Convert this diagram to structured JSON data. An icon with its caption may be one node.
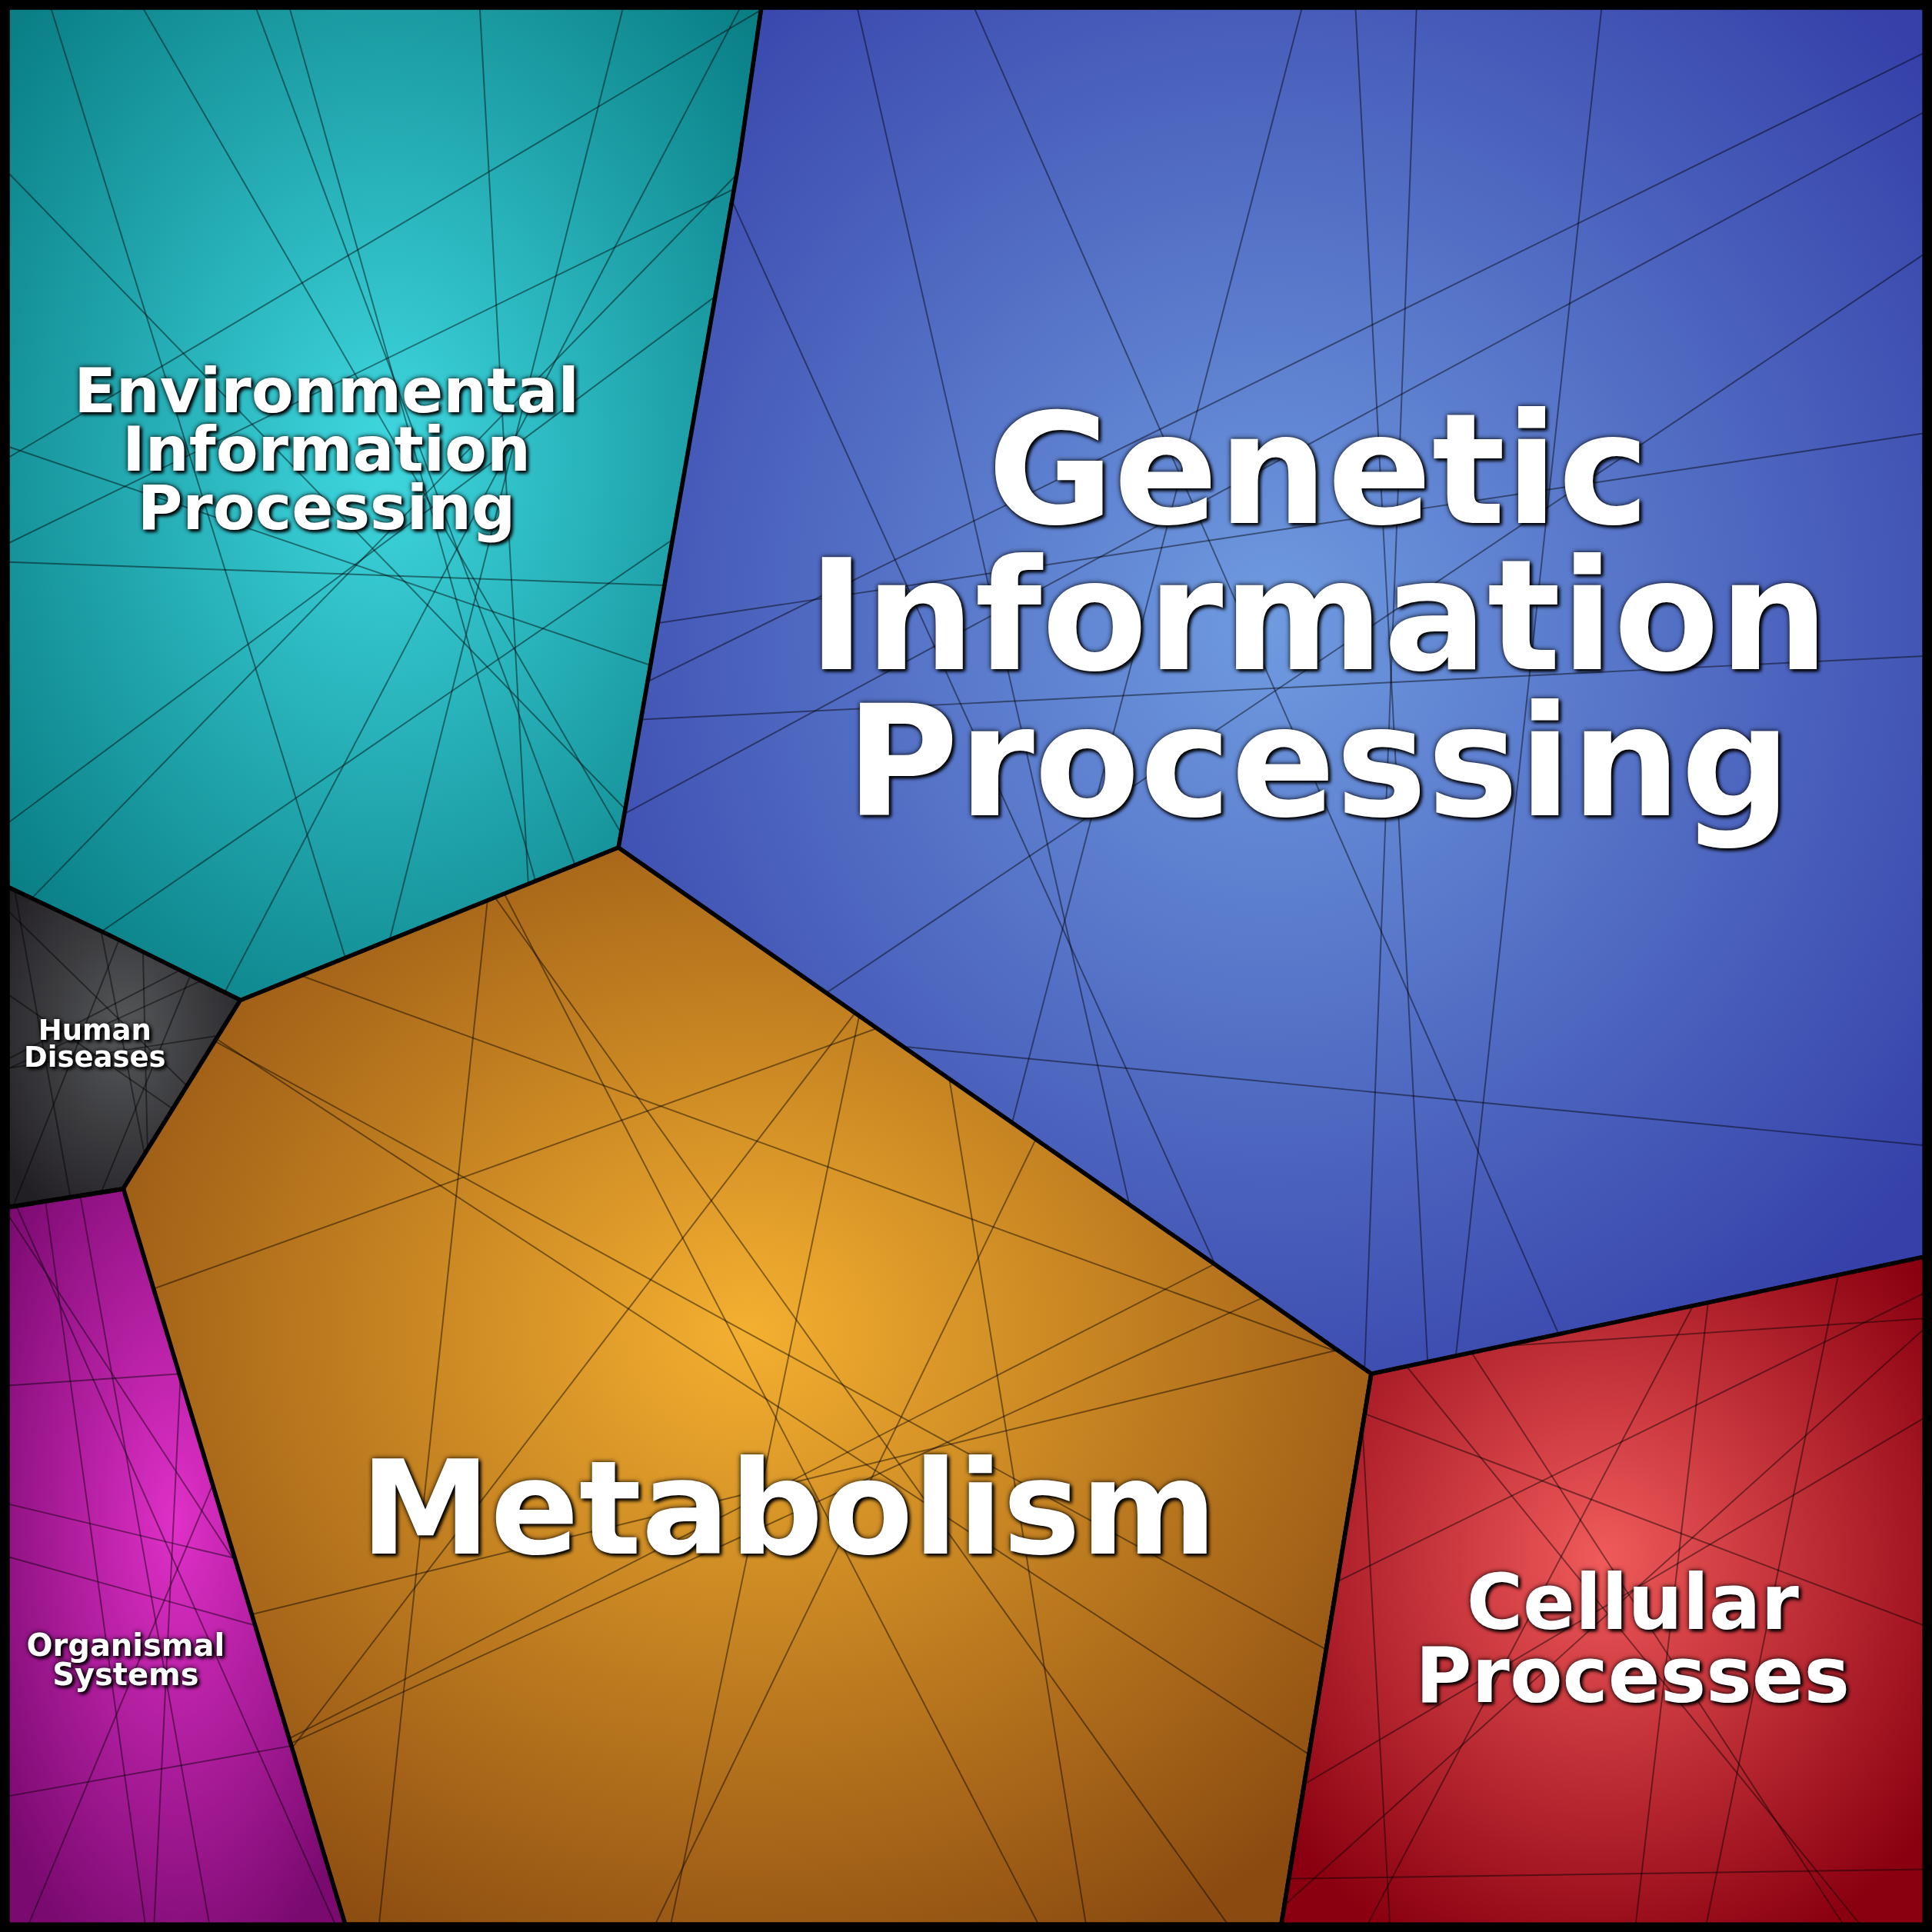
{
  "diagram": {
    "nodes": [
      {
        "text": [
          "Environmental Information Processing"
        ]
      },
      {
        "text": [
          "Genetic Information Processing"
        ]
      },
      {
        "text": [
          "Human Diseases"
        ]
      },
      {
        "text": [
          "Metabolism"
        ]
      },
      {
        "text": [
          "Organismal Systems"
        ]
      },
      {
        "text": [
          "Cellular Processes"
        ]
      }
    ]
  }
}
